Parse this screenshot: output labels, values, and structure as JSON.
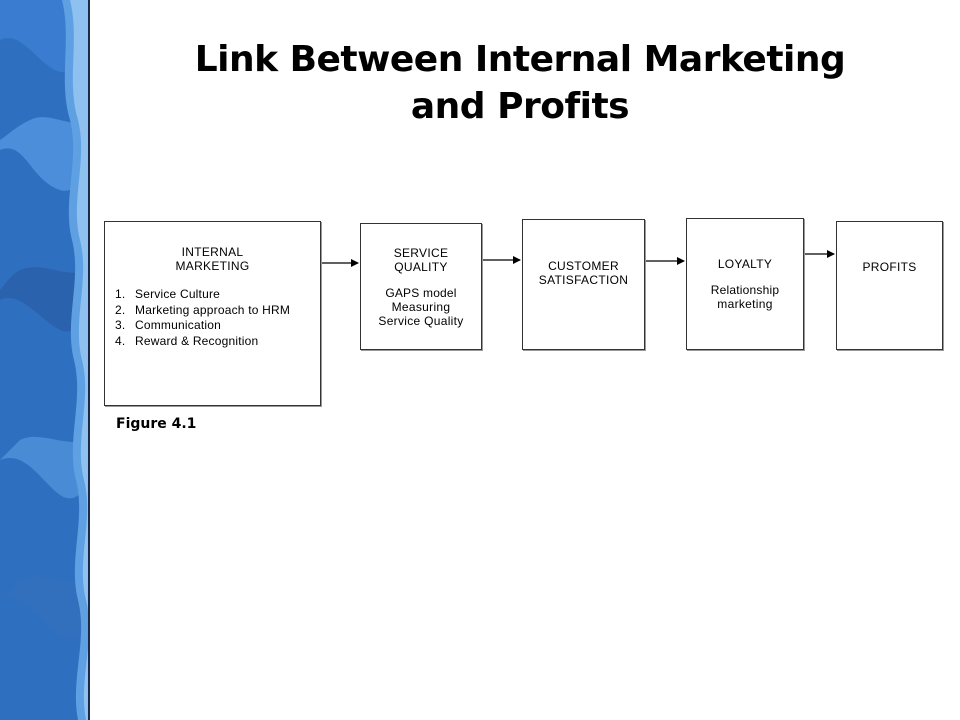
{
  "title": {
    "line1": "Link Between Internal Marketing",
    "line2": "and Profits"
  },
  "diagram": {
    "internal_marketing": {
      "heading_line1": "INTERNAL",
      "heading_line2": "MARKETING",
      "items": [
        {
          "num": "1.",
          "text": "Service Culture"
        },
        {
          "num": "2.",
          "text": "Marketing approach to HRM"
        },
        {
          "num": "3.",
          "text": "Communication"
        },
        {
          "num": "4.",
          "text": "Reward & Recognition"
        }
      ]
    },
    "service_quality": {
      "heading_line1": "SERVICE",
      "heading_line2": "QUALITY",
      "sub_line1": "GAPS model",
      "sub_line2": "Measuring",
      "sub_line3": "Service Quality"
    },
    "customer_satisfaction": {
      "heading_line1": "CUSTOMER",
      "heading_line2": "SATISFACTION"
    },
    "loyalty": {
      "heading": "LOYALTY",
      "sub_line1": "Relationship",
      "sub_line2": "marketing"
    },
    "profits": {
      "heading": "PROFITS"
    }
  },
  "figure_label": "Figure 4.1",
  "colors": {
    "band_blue": "#2f6fc0",
    "band_light": "#5fa0e3",
    "border": "#333333"
  }
}
